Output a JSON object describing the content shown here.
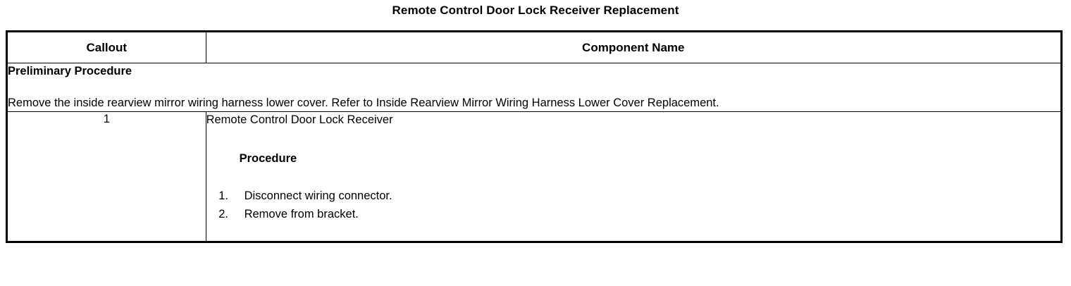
{
  "document": {
    "title": "Remote Control Door Lock Receiver Replacement"
  },
  "table": {
    "headers": {
      "callout": "Callout",
      "component_name": "Component Name"
    },
    "preliminary": {
      "heading": "Preliminary Procedure",
      "body": "Remove the inside rearview mirror wiring harness lower cover. Refer to Inside Rearview Mirror Wiring Harness Lower Cover Replacement."
    },
    "rows": [
      {
        "callout": "1",
        "component_name": "Remote Control Door Lock Receiver",
        "procedure_heading": "Procedure",
        "steps": [
          "Disconnect wiring connector.",
          "Remove from bracket."
        ]
      }
    ]
  }
}
